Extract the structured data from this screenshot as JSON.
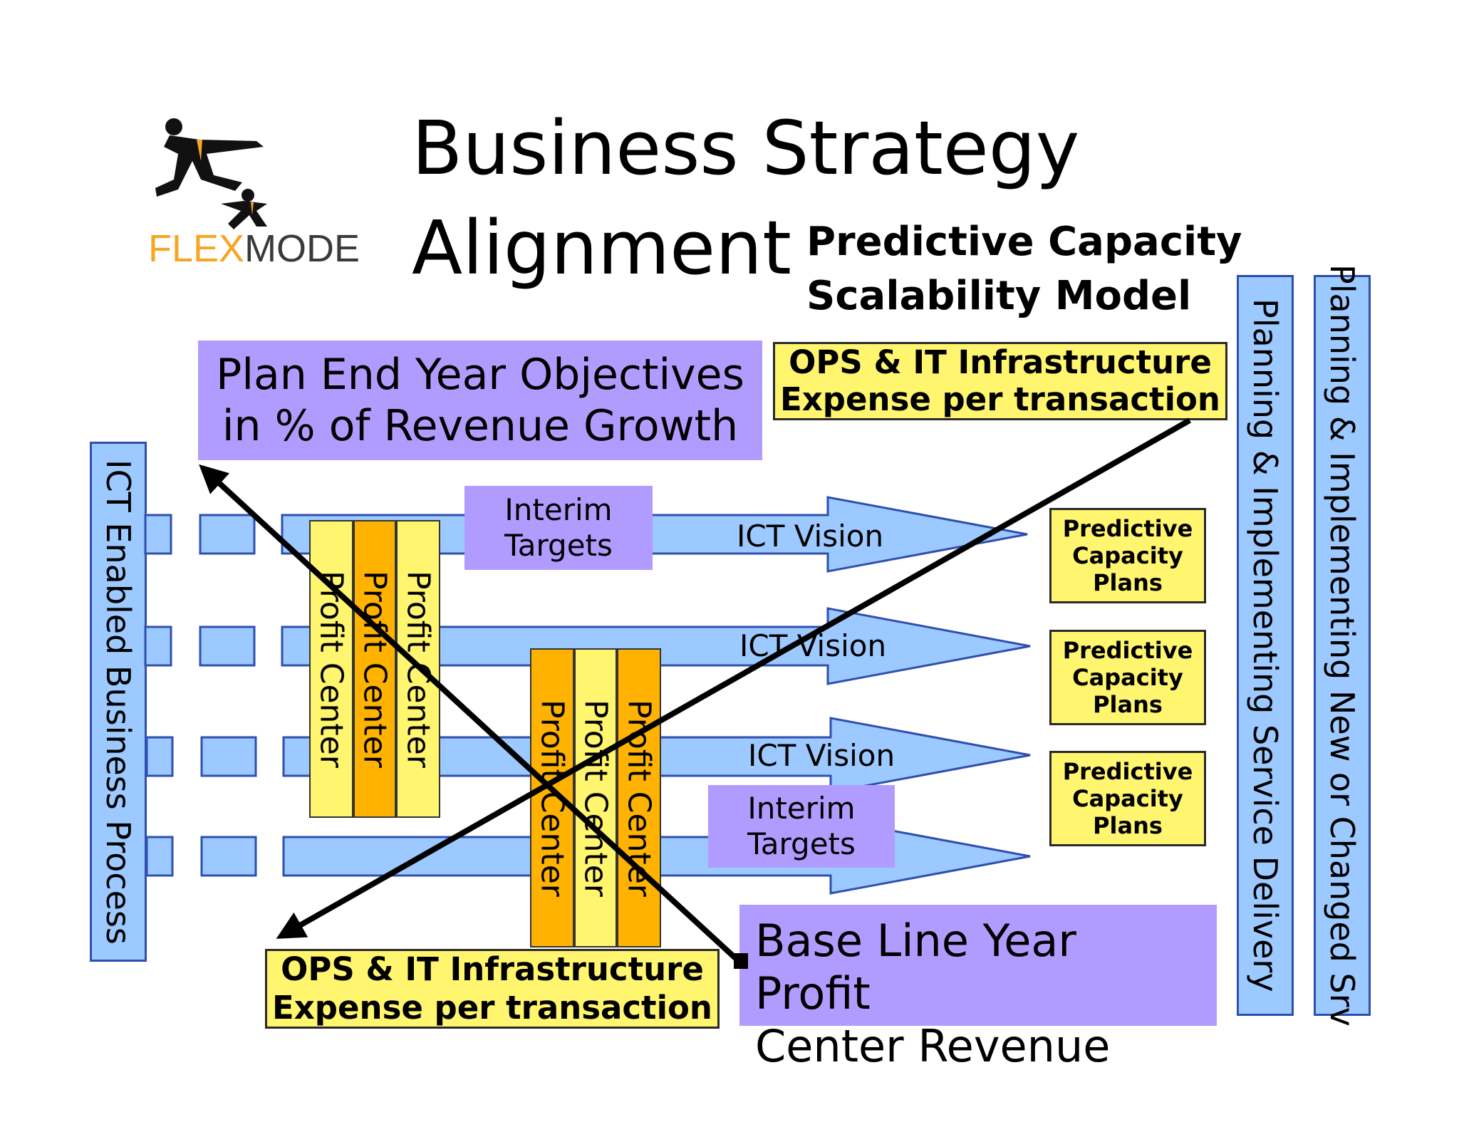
{
  "title": {
    "line1": "Business Strategy",
    "line2": "Alignment"
  },
  "subtitle": {
    "line1": "Predictive Capacity",
    "line2": "Scalability Model"
  },
  "logo": {
    "part1": "FLEX",
    "part2": "MODE"
  },
  "plan_box": {
    "line1": "Plan End Year Objectives",
    "line2": "in % of Revenue Growth"
  },
  "ops_top": {
    "line1": "OPS & IT Infrastructure",
    "line2": "Expense per transaction"
  },
  "ops_bottom": {
    "line1": "OPS & IT Infrastructure",
    "line2": "Expense per transaction"
  },
  "baseline": {
    "line1": "Base Line Year Profit",
    "line2": "Center Revenue"
  },
  "interim_top": {
    "line1": "Interim",
    "line2": "Targets"
  },
  "interim_bottom": {
    "line1": "Interim",
    "line2": "Targets"
  },
  "ict_vision": [
    "ICT Vision",
    "ICT Vision",
    "ICT Vision"
  ],
  "predictive_plans": [
    {
      "line1": "Predictive",
      "line2": "Capacity",
      "line3": "Plans"
    },
    {
      "line1": "Predictive",
      "line2": "Capacity",
      "line3": "Plans"
    },
    {
      "line1": "Predictive",
      "line2": "Capacity",
      "line3": "Plans"
    }
  ],
  "profit_center_label": "Profit Center",
  "left_bar": "ICT Enabled Business Process",
  "right_bar_1": "Planning & Implementing Service Delivery",
  "right_bar_2": "Planning & Implementing New or Changed Srv",
  "colors": {
    "purple": "#b09cff",
    "yellow": "#fff56e",
    "orange": "#ffb300",
    "light_blue": "#9cc9ff",
    "blue_border": "#2f4fb0"
  }
}
